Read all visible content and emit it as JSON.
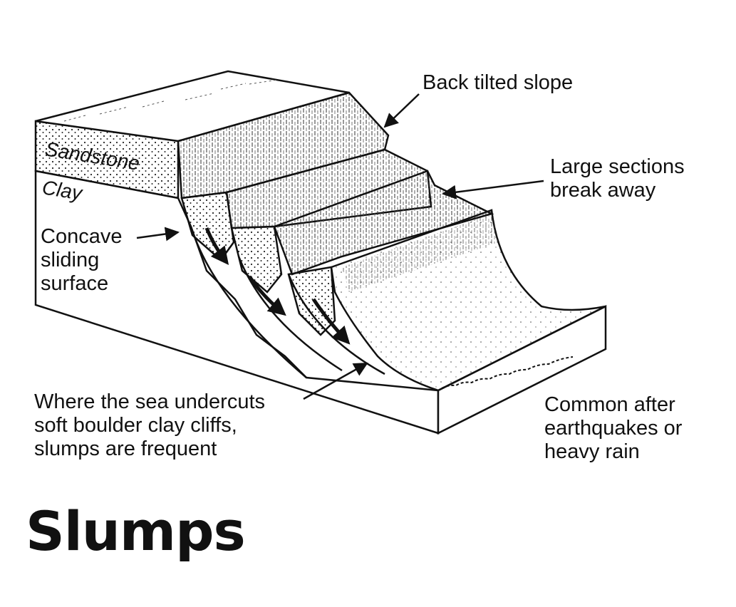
{
  "title": "Slumps",
  "rock_labels": {
    "sandstone": "Sandstone",
    "clay": "Clay"
  },
  "labels": {
    "back_tilted": "Back tilted slope",
    "large_sections": [
      "Large sections",
      "break away"
    ],
    "concave": [
      "Concave",
      "sliding",
      "surface"
    ],
    "sea": [
      "Where the sea undercuts",
      "soft boulder clay cliffs,",
      "slumps are frequent"
    ],
    "common": [
      "Common after",
      "earthquakes or",
      "heavy rain"
    ]
  }
}
